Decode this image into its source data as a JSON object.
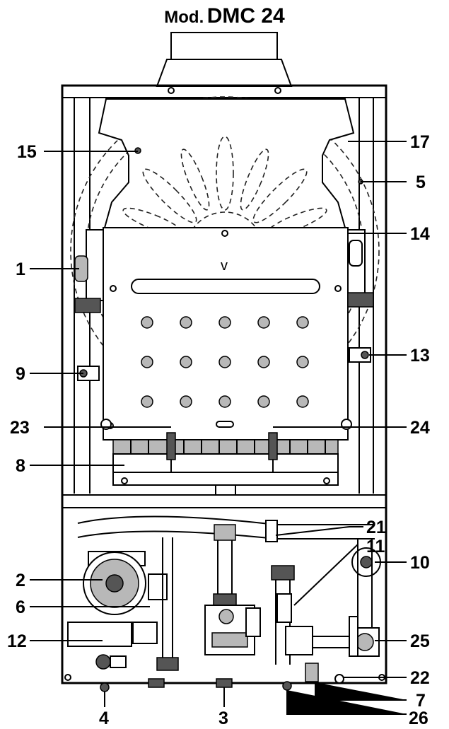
{
  "title": {
    "prefix": "Mod.",
    "model": "DMC 24"
  },
  "callouts": {
    "c1": "1",
    "c2": "2",
    "c3": "3",
    "c4": "4",
    "c5": "5",
    "c6": "6",
    "c7": "7",
    "c8": "8",
    "c9": "9",
    "c10": "10",
    "c11": "11",
    "c12": "12",
    "c13": "13",
    "c14": "14",
    "c15": "15",
    "c17": "17",
    "c21": "21",
    "c22": "22",
    "c23": "23",
    "c24": "24",
    "c25": "25",
    "c26": "26"
  }
}
